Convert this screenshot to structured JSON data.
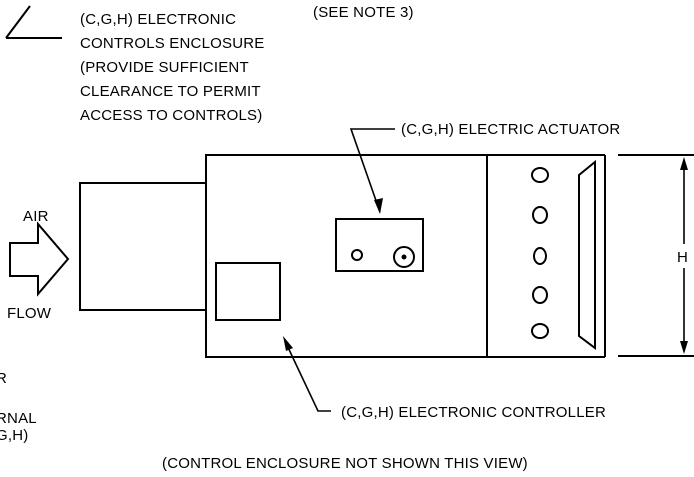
{
  "notes": {
    "see_note": "(SEE NOTE 3)",
    "view_note": "(CONTROL ENCLOSURE NOT SHOWN THIS VIEW)"
  },
  "callouts": {
    "controls_enclosure": [
      "(C,G,H) ELECTRONIC",
      "CONTROLS ENCLOSURE",
      "(PROVIDE SUFFICIENT",
      "CLEARANCE TO PERMIT",
      "ACCESS TO CONTROLS)"
    ],
    "electric_actuator": "(C,G,H) ELECTRIC ACTUATOR",
    "electronic_controller": "(C,G,H) ELECTRONIC CONTROLLER"
  },
  "airflow": {
    "top": "AIR",
    "bottom": "FLOW"
  },
  "dimension": {
    "label": "H"
  },
  "left_edge_fragments": [
    "R",
    "RNAL",
    "G,H)"
  ]
}
